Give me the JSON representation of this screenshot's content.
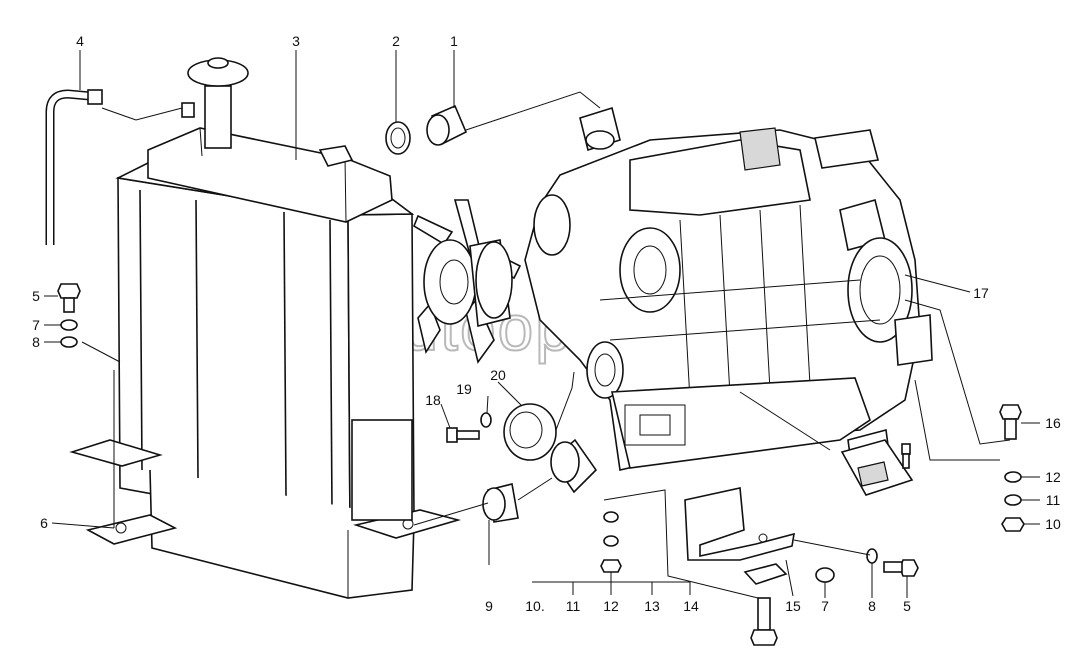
{
  "watermark": {
    "text": "autoopt.ru"
  },
  "callouts": [
    {
      "label": "1"
    },
    {
      "label": "2"
    },
    {
      "label": "3"
    },
    {
      "label": "4"
    },
    {
      "label": "5"
    },
    {
      "label": "7"
    },
    {
      "label": "8"
    },
    {
      "label": "6"
    },
    {
      "label": "17"
    },
    {
      "label": "20"
    },
    {
      "label": "19"
    },
    {
      "label": "18"
    },
    {
      "label": "16"
    },
    {
      "label": "12"
    },
    {
      "label": "11"
    },
    {
      "label": "10"
    },
    {
      "label": "9"
    },
    {
      "label": "10."
    },
    {
      "label": "11"
    },
    {
      "label": "12"
    },
    {
      "label": "13"
    },
    {
      "label": "14"
    },
    {
      "label": "15"
    },
    {
      "label": "7"
    },
    {
      "label": "8"
    },
    {
      "label": "5"
    }
  ]
}
